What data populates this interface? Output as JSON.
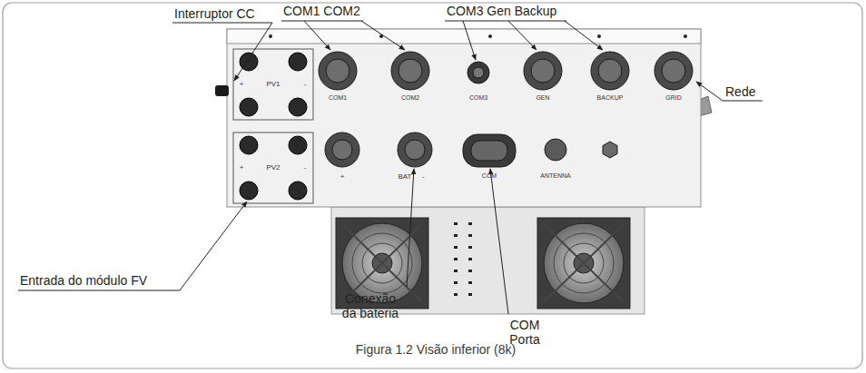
{
  "diagram": {
    "caption": "Figura 1.2 Visão inferior (8k)",
    "labels": [
      "Interruptor CC",
      "COM1 COM2",
      "COM3 Gen Backup",
      "Rede",
      "Entrada do módulo FV",
      "Conexão da bateria",
      "COM Porta",
      "PV1",
      "+",
      "-",
      "PV2",
      "+",
      "-",
      "COM1",
      "COM2",
      "COM3",
      "GEN",
      "BACKUP",
      "GRID",
      "+",
      "BAT",
      "-",
      "COM",
      "ANTENNA"
    ]
  }
}
